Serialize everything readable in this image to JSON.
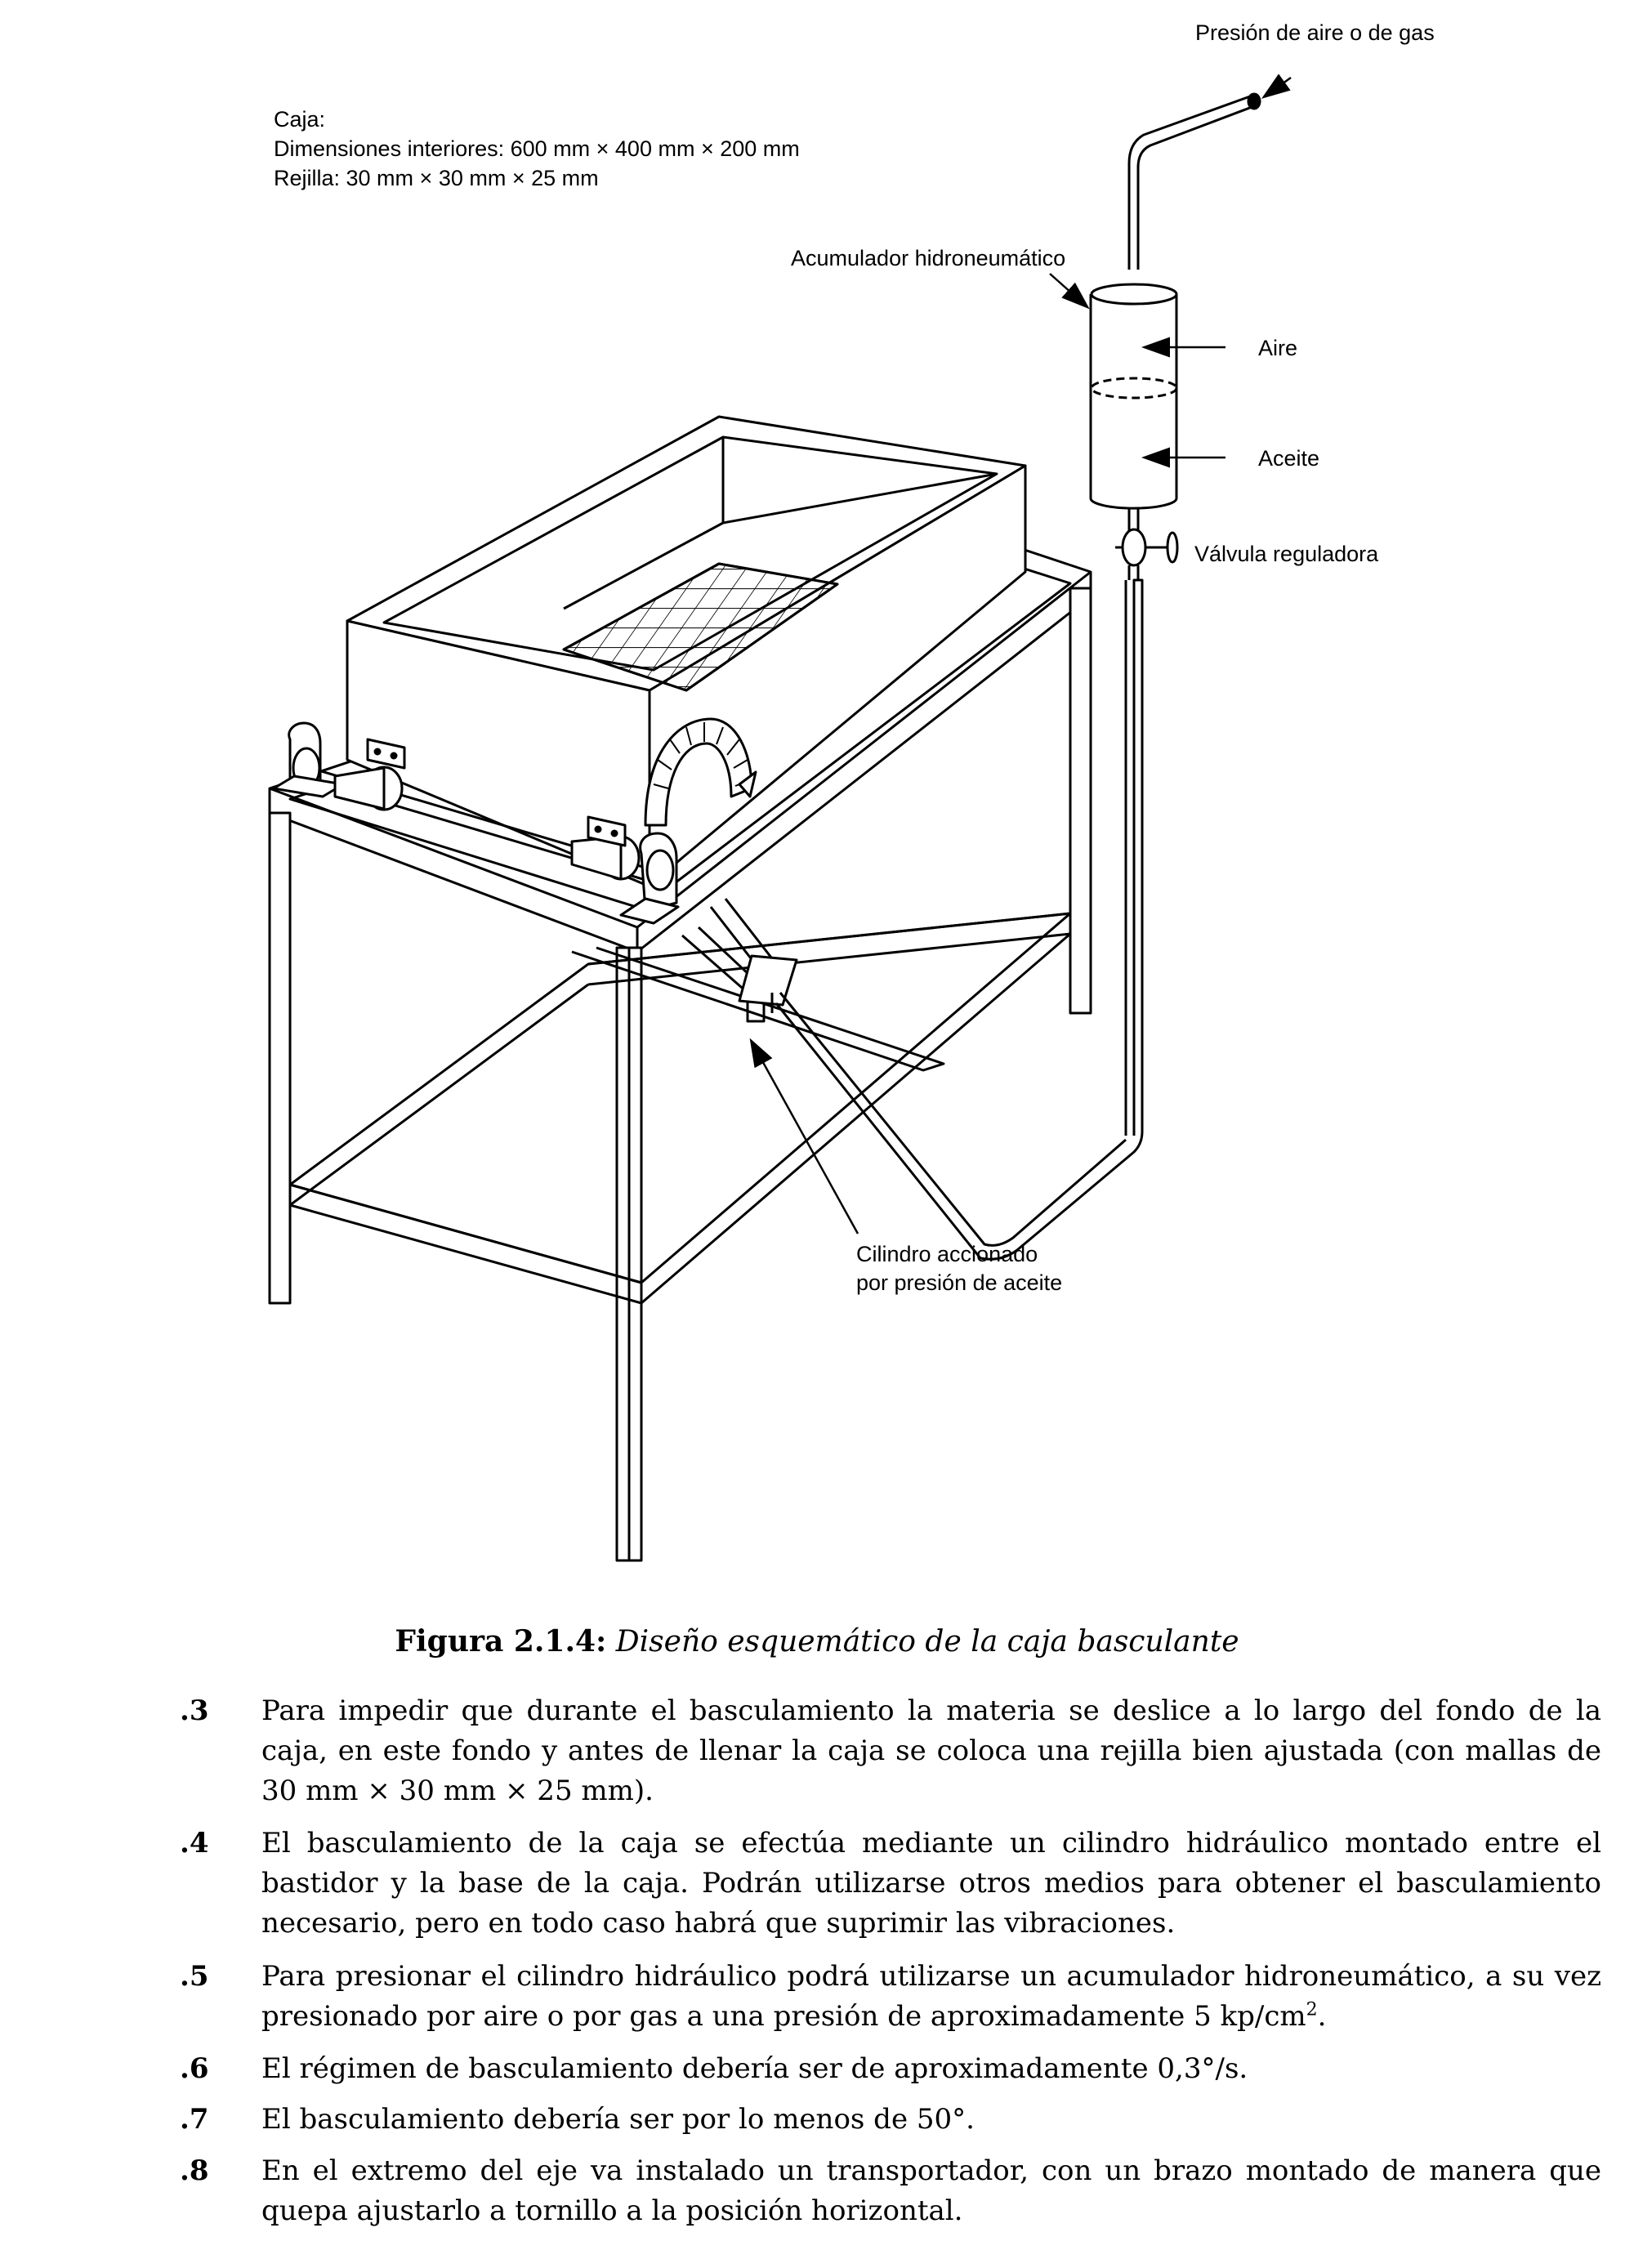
{
  "figure": {
    "labels": {
      "gas_pressure": "Presión de aire o de gas",
      "box_title": "Caja:",
      "box_dimensions": "Dimensiones interiores: 600 mm × 400 mm × 200 mm",
      "grid_dimensions": "Rejilla: 30 mm × 30 mm × 25 mm",
      "accumulator": "Acumulador  hidroneumático",
      "air": "Aire",
      "oil": "Aceite",
      "valve": "Válvula reguladora",
      "cylinder_line1": "Cilindro accionado",
      "cylinder_line2": "por presión de aceite"
    },
    "caption_bold": "Figura 2.1.4:",
    "caption_italic": "Diseño esquemático de la caja basculante"
  },
  "items": [
    {
      "num": ".3",
      "text": "Para impedir que durante el basculamiento la materia se deslice a lo largo del fondo de la caja, en este fondo y antes de llenar la caja se coloca una rejilla bien ajustada (con mallas de 30 mm × 30 mm × 25 mm)."
    },
    {
      "num": ".4",
      "text": "El basculamiento de la caja se efectúa mediante un cilindro hidráulico montado entre el bastidor y la base de la caja. Podrán utilizarse otros medios para obtener el basculamiento necesario, pero en todo caso habrá que suprimir las vibraciones."
    },
    {
      "num": ".5",
      "text": "Para presionar el cilindro hidráulico podrá utilizarse un acumulador hidroneumático, a su vez presionado por aire o por gas a una presión de aproximadamente 5 kp/cm",
      "sup": "2",
      "after": "."
    },
    {
      "num": ".6",
      "text": "El régimen de basculamiento debería ser de aproximadamente 0,3°/s."
    },
    {
      "num": ".7",
      "text": "El basculamiento debería ser por lo menos de 50°."
    },
    {
      "num": ".8",
      "text": "En el extremo del eje va instalado un transportador, con un brazo montado de manera que quepa ajustarlo a tornillo a la posición horizontal."
    }
  ]
}
